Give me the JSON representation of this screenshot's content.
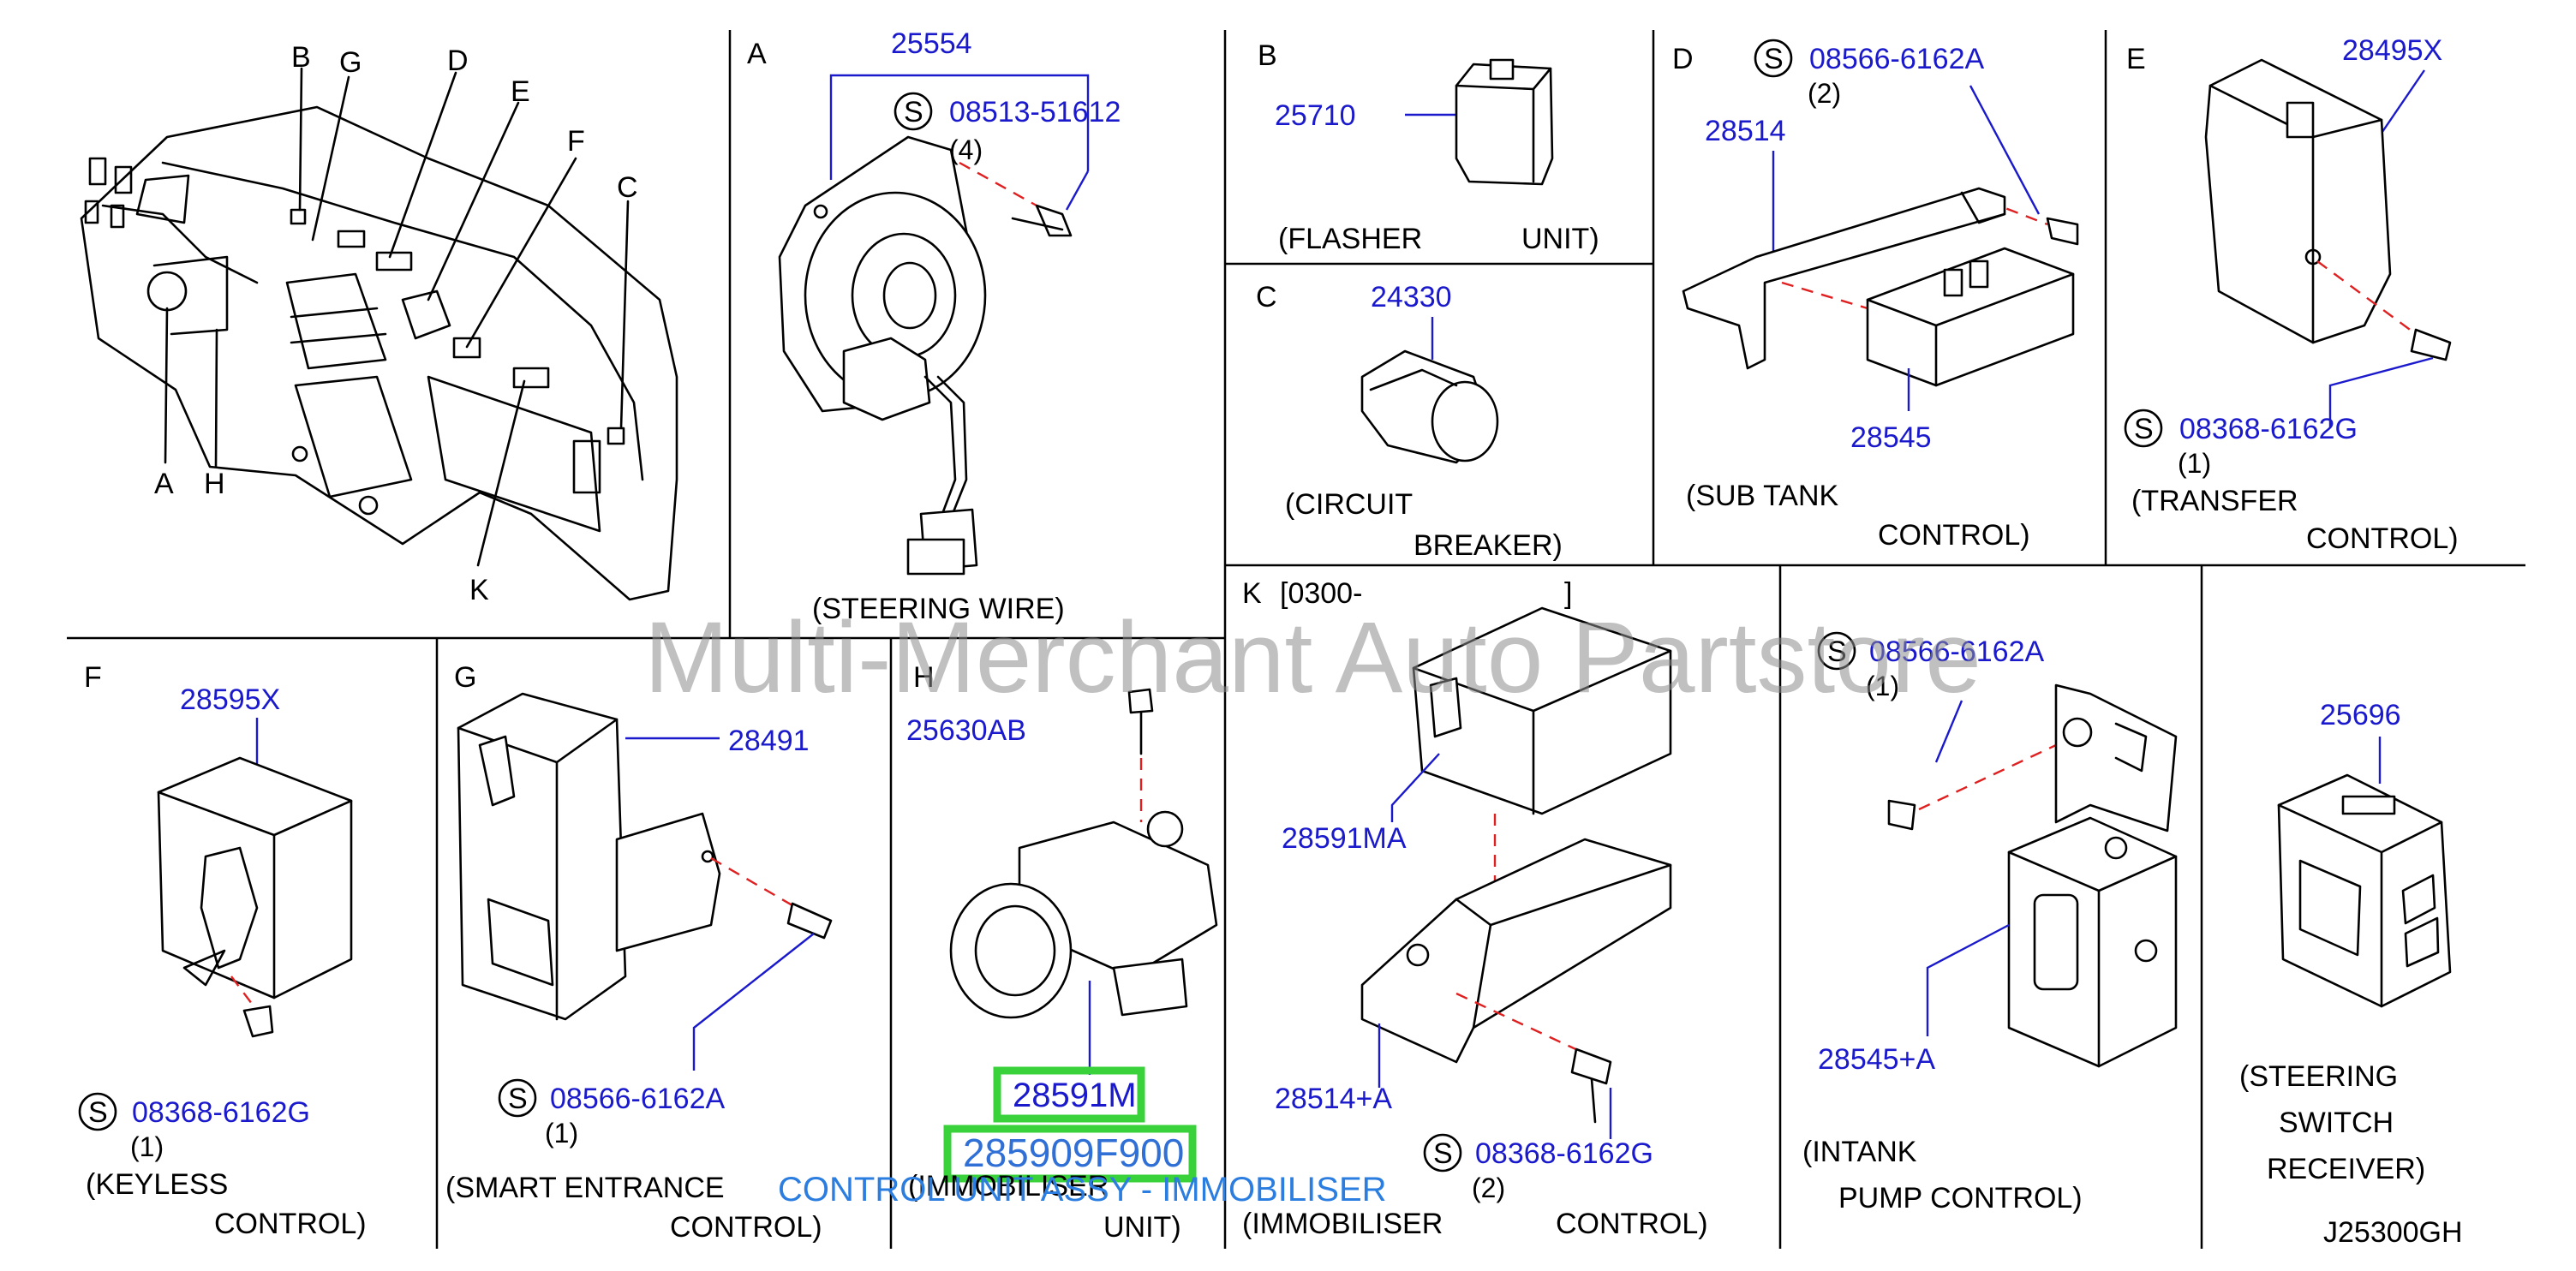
{
  "diagram_code": "J25300GH",
  "watermark": "Multi-Merchant Auto Partstore",
  "overlay_caption": "CONTROL UNIT ASSY - IMMOBILISER",
  "overview": {
    "letters": [
      "B",
      "G",
      "D",
      "E",
      "F",
      "C",
      "A",
      "H",
      "K"
    ]
  },
  "sections": {
    "A": {
      "letter": "A",
      "parts": [
        "25554",
        "08513-51612"
      ],
      "qty": "(4)",
      "caption": "(STEERING   WIRE)"
    },
    "B": {
      "letter": "B",
      "parts": [
        "25710"
      ],
      "caption1": "(FLASHER",
      "caption2": "UNIT)"
    },
    "C": {
      "letter": "C",
      "parts": [
        "24330"
      ],
      "caption1": "(CIRCUIT",
      "caption2": "BREAKER)"
    },
    "D": {
      "letter": "D",
      "parts": [
        "08566-6162A",
        "28514",
        "28545"
      ],
      "qty": "(2)",
      "caption1": "(SUB   TANK",
      "caption2": "CONTROL)"
    },
    "E": {
      "letter": "E",
      "parts": [
        "28495X",
        "08368-6162G"
      ],
      "qty": "(1)",
      "caption1": "(TRANSFER",
      "caption2": "CONTROL)"
    },
    "F": {
      "letter": "F",
      "parts": [
        "28595X",
        "08368-6162G"
      ],
      "qty": "(1)",
      "caption1": "(KEYLESS",
      "caption2": "CONTROL)"
    },
    "G": {
      "letter": "G",
      "parts": [
        "28491",
        "08566-6162A"
      ],
      "qty": "(1)",
      "caption1": "(SMART   ENTRANCE",
      "caption2": "CONTROL)"
    },
    "H": {
      "letter": "H",
      "parts": [
        "25630AB",
        "28591M",
        "285909F900"
      ],
      "caption1": "(IMMOBILISER",
      "caption2": "UNIT)"
    },
    "K": {
      "letter": "K",
      "range_label": "[0300-",
      "range_end": "]",
      "parts": [
        "28591MA",
        "28514+A",
        "08368-6162G"
      ],
      "qty": "(2)",
      "caption1": "(IMMOBILISER",
      "caption2": "CONTROL)"
    },
    "INTANK": {
      "parts": [
        "08566-6162A",
        "28545+A"
      ],
      "qty": "(1)",
      "caption1": "(INTANK",
      "caption2": "PUMP    CONTROL)"
    },
    "SSR": {
      "parts": [
        "25696"
      ],
      "caption1": "(STEERING",
      "caption2": "SWITCH",
      "caption3": "RECEIVER)"
    }
  },
  "colors": {
    "part_number": "#1a1acc",
    "leader_dash": "#e02020",
    "highlight": "#3ad23a",
    "overlay": "#2b7de0"
  },
  "icons": {
    "screw_mark": "circled-S"
  }
}
